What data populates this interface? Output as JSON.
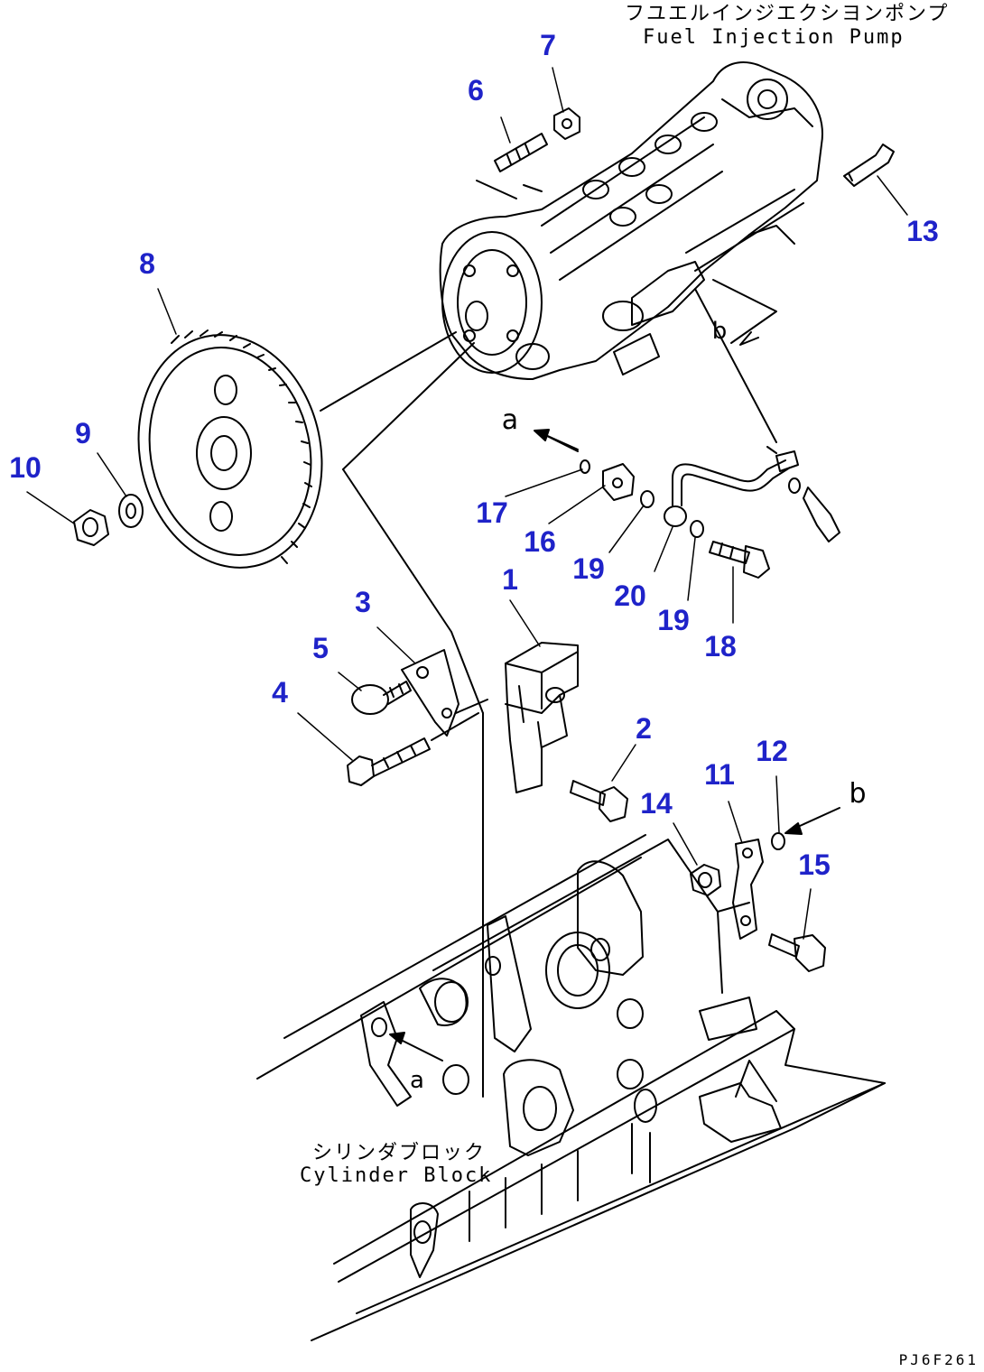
{
  "labels": {
    "pump_jp": "フユエルインジエクシヨンポンプ",
    "pump_en": "Fuel Injection Pump",
    "block_jp": "シリンダブロック",
    "block_en": "Cylinder Block",
    "code": "PJ6F261"
  },
  "letters": {
    "a_arrow": "a",
    "b_arrow": "b",
    "a_link": "a",
    "b_link": "b"
  },
  "callouts": [
    {
      "id": "1",
      "text": "1"
    },
    {
      "id": "2",
      "text": "2"
    },
    {
      "id": "3",
      "text": "3"
    },
    {
      "id": "4",
      "text": "4"
    },
    {
      "id": "5",
      "text": "5"
    },
    {
      "id": "6",
      "text": "6"
    },
    {
      "id": "7",
      "text": "7"
    },
    {
      "id": "8",
      "text": "8"
    },
    {
      "id": "9",
      "text": "9"
    },
    {
      "id": "10",
      "text": "10"
    },
    {
      "id": "11",
      "text": "11"
    },
    {
      "id": "12",
      "text": "12"
    },
    {
      "id": "13",
      "text": "13"
    },
    {
      "id": "14",
      "text": "14"
    },
    {
      "id": "15",
      "text": "15"
    },
    {
      "id": "16",
      "text": "16"
    },
    {
      "id": "17",
      "text": "17"
    },
    {
      "id": "18",
      "text": "18"
    },
    {
      "id": "19a",
      "text": "19"
    },
    {
      "id": "20",
      "text": "20"
    },
    {
      "id": "19b",
      "text": "19"
    }
  ],
  "colors": {
    "callout": "#1f23c9",
    "line": "#000000",
    "background": "#ffffff"
  }
}
